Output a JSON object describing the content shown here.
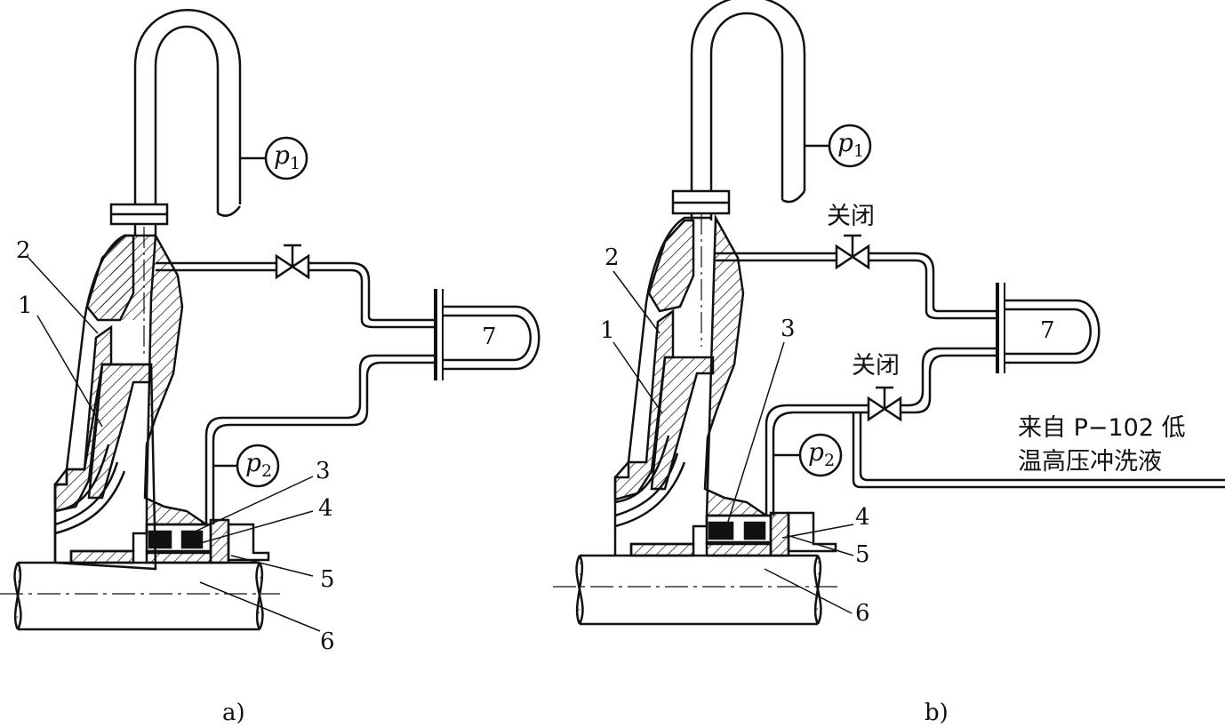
{
  "figure_a": {
    "caption": "a)",
    "callouts": [
      "1",
      "2",
      "3",
      "4",
      "5",
      "6",
      "7"
    ],
    "gauge_p1": {
      "symbol": "p",
      "subscript": "1"
    },
    "gauge_p2": {
      "symbol": "p",
      "subscript": "2"
    }
  },
  "figure_b": {
    "caption": "b)",
    "callouts": [
      "1",
      "2",
      "3",
      "4",
      "5",
      "6",
      "7"
    ],
    "gauge_p1": {
      "symbol": "p",
      "subscript": "1"
    },
    "gauge_p2": {
      "symbol": "p",
      "subscript": "2"
    },
    "valve_top_label": "关闭",
    "valve_bottom_label": "关闭",
    "source_label_line1": "来自 P−102 低",
    "source_label_line2": "温高压冲洗液"
  }
}
